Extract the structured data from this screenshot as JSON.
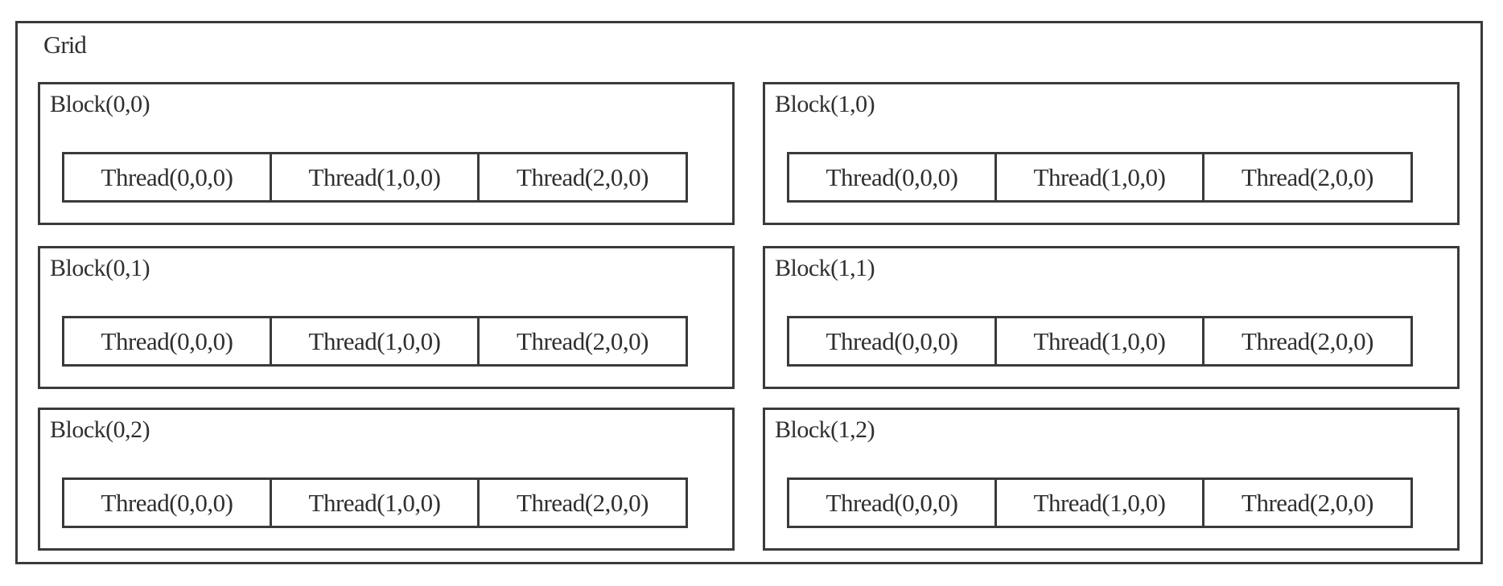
{
  "grid": {
    "label": "Grid",
    "blocks": [
      {
        "label": "Block(0,0)",
        "threads": [
          "Thread(0,0,0)",
          "Thread(1,0,0)",
          "Thread(2,0,0)"
        ]
      },
      {
        "label": "Block(1,0)",
        "threads": [
          "Thread(0,0,0)",
          "Thread(1,0,0)",
          "Thread(2,0,0)"
        ]
      },
      {
        "label": "Block(0,1)",
        "threads": [
          "Thread(0,0,0)",
          "Thread(1,0,0)",
          "Thread(2,0,0)"
        ]
      },
      {
        "label": "Block(1,1)",
        "threads": [
          "Thread(0,0,0)",
          "Thread(1,0,0)",
          "Thread(2,0,0)"
        ]
      },
      {
        "label": "Block(0,2)",
        "threads": [
          "Thread(0,0,0)",
          "Thread(1,0,0)",
          "Thread(2,0,0)"
        ]
      },
      {
        "label": "Block(1,2)",
        "threads": [
          "Thread(0,0,0)",
          "Thread(1,0,0)",
          "Thread(2,0,0)"
        ]
      }
    ]
  }
}
